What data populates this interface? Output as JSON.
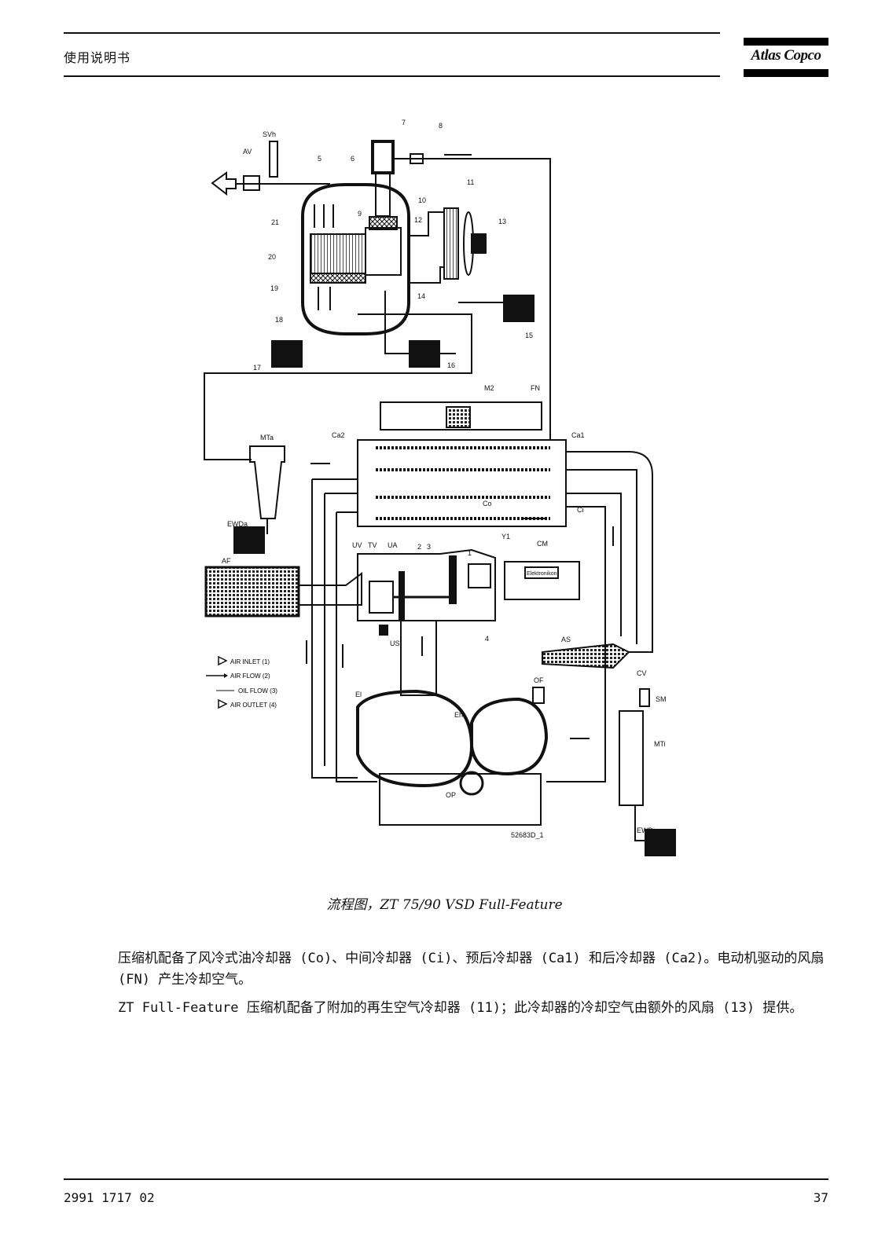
{
  "header": {
    "title": "使用说明书",
    "logo_text": "Atlas Copco"
  },
  "figure": {
    "caption": "流程图，ZT 75/90 VSD Full-Feature",
    "code": "52683D_1",
    "labels": {
      "svh": "SVh",
      "av": "AV",
      "n5": "5",
      "n6": "6",
      "n7": "7",
      "n8": "8",
      "n9": "9",
      "n10": "10",
      "n11": "11",
      "n12": "12",
      "n13": "13",
      "n14": "14",
      "n15": "15",
      "n16": "16",
      "n17": "17",
      "n18": "18",
      "n19": "19",
      "n20": "20",
      "n21": "21",
      "m2": "M2",
      "fn": "FN",
      "mta": "MTa",
      "ca2": "Ca2",
      "ca1": "Ca1",
      "ci": "Ci",
      "co": "Co",
      "ewda": "EWDa",
      "af": "AF",
      "uv": "UV",
      "tv": "TV",
      "ua": "UA",
      "n2": "2",
      "n3": "3",
      "n1": "1",
      "y1": "Y1",
      "cm": "CM",
      "n4": "4",
      "us": "US",
      "as": "AS",
      "cv": "CV",
      "sm": "SM",
      "mti": "MTi",
      "of": "OF",
      "el": "El",
      "eh": "Eh",
      "op": "OP",
      "ewdi": "EWDi",
      "display": "Elektronikon"
    },
    "legend": [
      "AIR INLET (1)",
      "AIR FLOW (2)",
      "OIL FLOW (3)",
      "AIR OUTLET (4)"
    ]
  },
  "body": {
    "p1": "压缩机配备了风冷式油冷却器 (Co)、中间冷却器 (Ci)、预后冷却器 (Ca1) 和后冷却器 (Ca2)。电动机驱动的风扇 (FN) 产生冷却空气。",
    "p2": "ZT Full-Feature 压缩机配备了附加的再生空气冷却器 (11)；此冷却器的冷却空气由额外的风扇 (13) 提供。"
  },
  "footer": {
    "doc_code": "2991 1717 02",
    "page_number": "37"
  }
}
